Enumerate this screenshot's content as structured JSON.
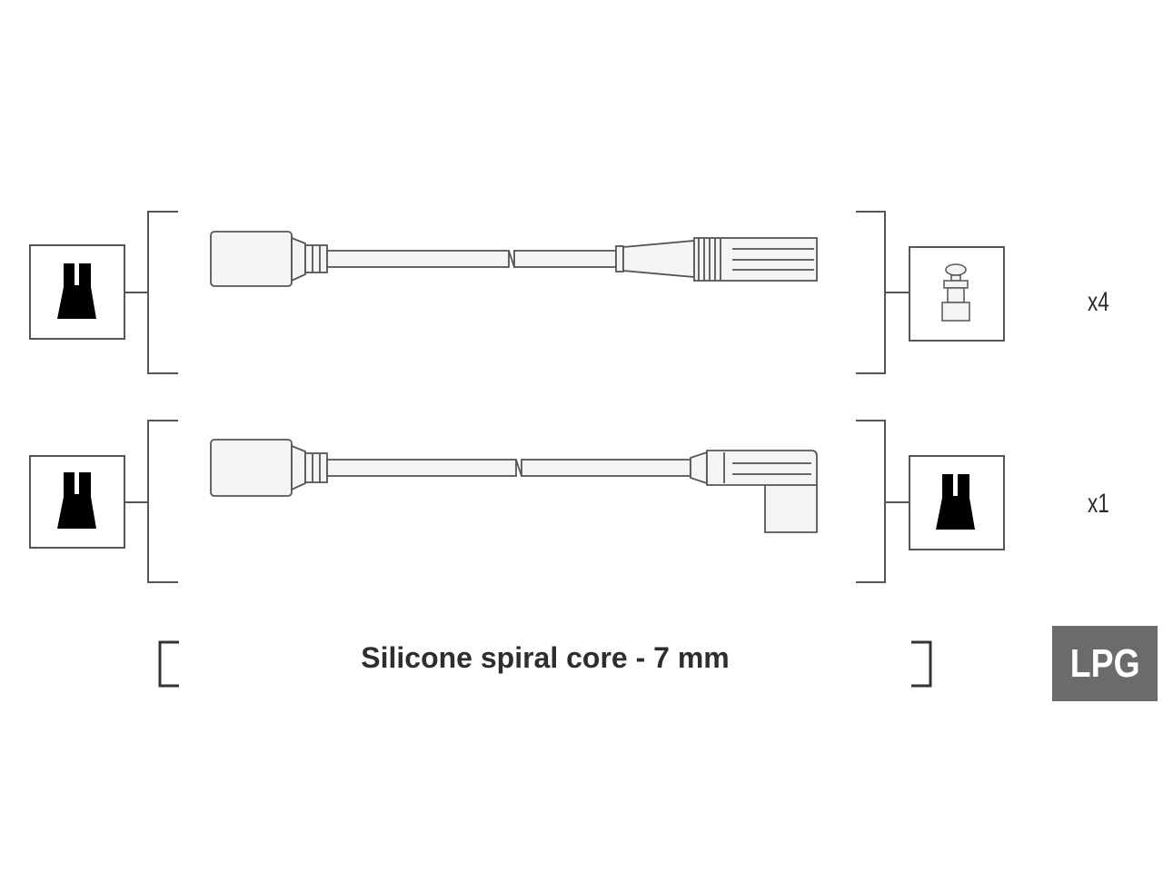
{
  "sets": [
    {
      "id": "cylinder-leads",
      "quantity": "x4"
    },
    {
      "id": "coil-lead",
      "quantity": "x1"
    }
  ],
  "caption": "Silicone spiral core - 7 mm",
  "badge": {
    "label": "LPG",
    "color": "#6b6b6b"
  },
  "colors": {
    "line": "#555555",
    "cable_fill": "#f3f3f3",
    "terminal": "#000000"
  }
}
